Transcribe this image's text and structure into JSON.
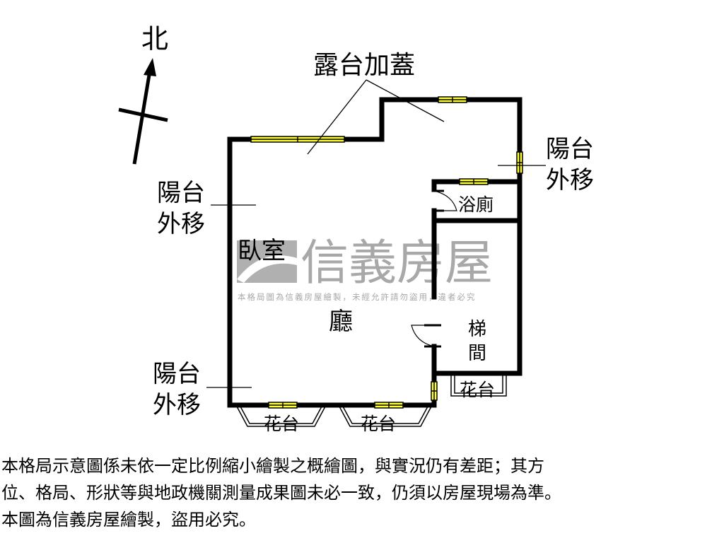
{
  "compass": {
    "label": "北"
  },
  "watermark": {
    "brand": "信義房屋",
    "notice": "本格局圖為信義房屋繪製，未經允許請勿盜用，違者必究"
  },
  "rooms": {
    "terrace": "露台加蓋",
    "bedroom": "臥室",
    "living": "廳",
    "bathroom": "浴廁",
    "stair_1": "梯",
    "stair_2": "間",
    "planter": "花台"
  },
  "annotations": {
    "balcony_a": "陽台",
    "balcony_b": "外移"
  },
  "colors": {
    "wall": "#000000",
    "window": "#ffff33",
    "watermark": "#a8a8a8"
  },
  "note": {
    "lines": [
      "本格局示意圖係未依一定比例縮小繪製之概繪圖，與實況仍有差距；其方",
      "位、格局、形狀等與地政機關測量成果圖未必一致，仍須以房屋現場為準。",
      "本圖為信義房屋繪製，盜用必究。"
    ]
  }
}
